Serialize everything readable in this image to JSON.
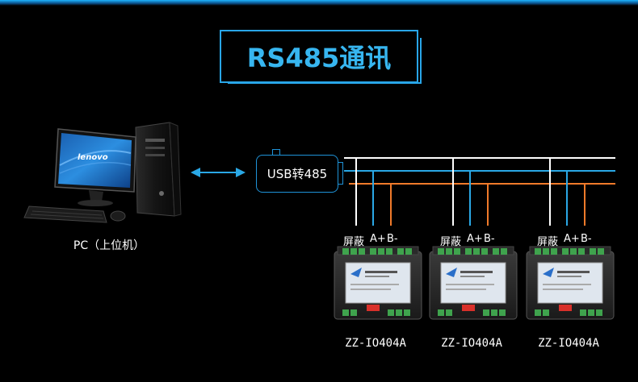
{
  "title": "RS485通讯",
  "converter_label": "USB转485",
  "pc_label": "PC（上位机）",
  "monitor_brand": "lenovo",
  "pin_labels": [
    {
      "shield": "屏蔽",
      "a": "A+",
      "b": "B-"
    },
    {
      "shield": "屏蔽",
      "a": "A+",
      "b": "B-"
    },
    {
      "shield": "屏蔽",
      "a": "A+",
      "b": "B-"
    }
  ],
  "modules": [
    {
      "model": "ZZ-IO404A"
    },
    {
      "model": "ZZ-IO404A"
    },
    {
      "model": "ZZ-IO404A"
    }
  ],
  "colors": {
    "accent": "#29a6e8",
    "shield_wire": "#ffffff",
    "a_wire": "#2aa8e6",
    "b_wire": "#f07a2a"
  }
}
